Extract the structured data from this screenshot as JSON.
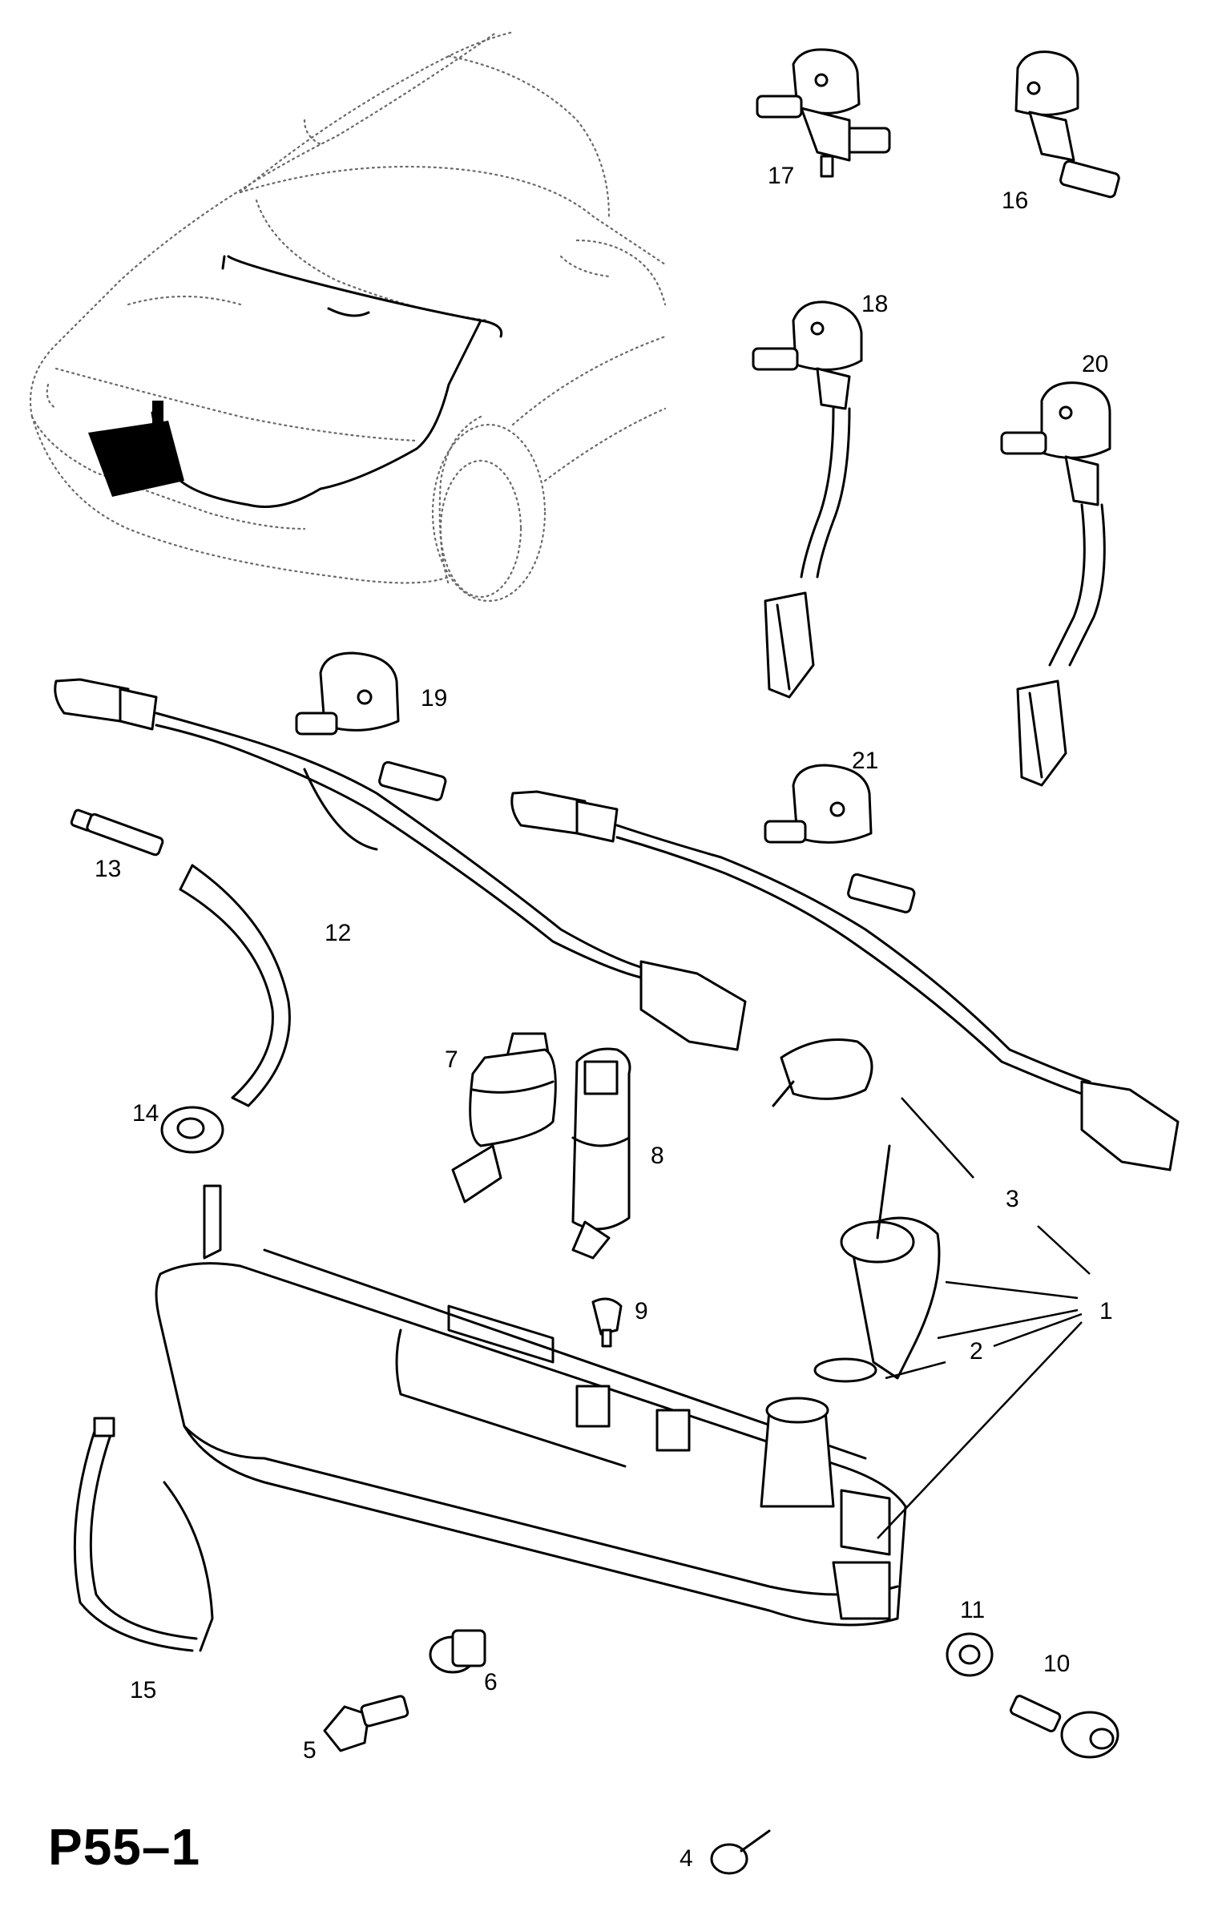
{
  "page_code": "P55–1",
  "callouts": [
    {
      "id": "1",
      "label": "1"
    },
    {
      "id": "2",
      "label": "2"
    },
    {
      "id": "3",
      "label": "3"
    },
    {
      "id": "4",
      "label": "4"
    },
    {
      "id": "5",
      "label": "5"
    },
    {
      "id": "6",
      "label": "6"
    },
    {
      "id": "7",
      "label": "7"
    },
    {
      "id": "8",
      "label": "8"
    },
    {
      "id": "9",
      "label": "9"
    },
    {
      "id": "10",
      "label": "10"
    },
    {
      "id": "11",
      "label": "11"
    },
    {
      "id": "12",
      "label": "12"
    },
    {
      "id": "13",
      "label": "13"
    },
    {
      "id": "14",
      "label": "14"
    },
    {
      "id": "15",
      "label": "15"
    },
    {
      "id": "16",
      "label": "16"
    },
    {
      "id": "17",
      "label": "17"
    },
    {
      "id": "18",
      "label": "18"
    },
    {
      "id": "19",
      "label": "19"
    },
    {
      "id": "20",
      "label": "20"
    },
    {
      "id": "21",
      "label": "21"
    }
  ]
}
